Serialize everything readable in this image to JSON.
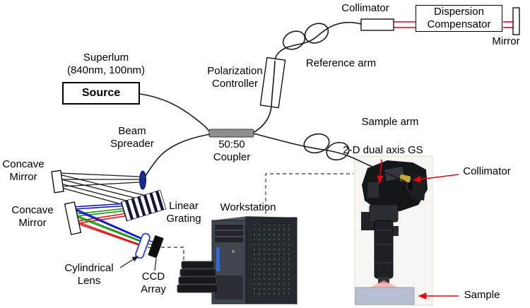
{
  "labels": {
    "collimator_top": "Collimator",
    "dispersion_compensator": "Dispersion\nCompensator",
    "mirror": "Mirror",
    "reference_arm": "Reference arm",
    "polarization_controller": "Polarization\nController",
    "superlum": "Superlum\n(840nm, 100nm)",
    "source": "Source",
    "coupler": "50:50\nCoupler",
    "beam_spreader": "Beam\nSpreader",
    "concave_mirror_1": "Concave\nMirror",
    "concave_mirror_2": "Concave\nMirror",
    "linear_grating": "Linear\nGrating",
    "cylindrical_lens": "Cylindrical\nLens",
    "ccd_array": "CCD\nArray",
    "workstation": "Workstation",
    "sample_arm": "Sample arm",
    "gs": "2-D dual axis GS",
    "collimator_right": "Collimator",
    "sample": "Sample"
  },
  "colors": {
    "fiber_black": "#1a1a1a",
    "annotation_red": "#e8000b",
    "beam_blue": "#1414c8",
    "beam_green": "#149614",
    "beam_red": "#dc1414",
    "grating_navy": "#141436",
    "coupler_gray": "#8f8f8f",
    "lens_blue": "#2b3fd6",
    "sample_slab": "#b6c0d2",
    "connector_yellow": "#c9a733"
  }
}
